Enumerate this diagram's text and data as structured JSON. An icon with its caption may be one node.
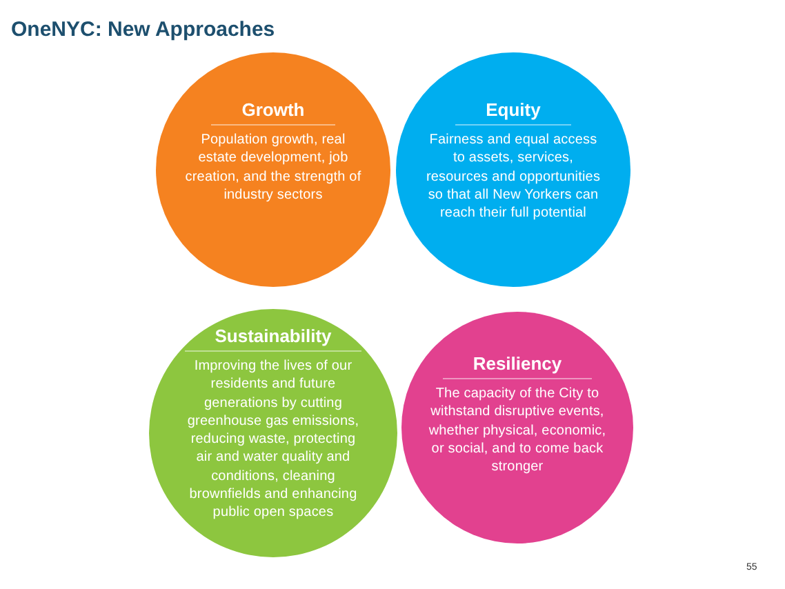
{
  "diagram": {
    "title": "OneNYC: New Approaches",
    "nodes": [
      {
        "text": [
          "Growth",
          "Population growth, real estate development, job creation, and the strength of industry sectors"
        ]
      },
      {
        "text": [
          "Equity",
          "Fairness and equal access to assets, services, resources and opportunities so that all New Yorkers can reach their full potential"
        ]
      },
      {
        "text": [
          "Sustainability",
          "Improving the lives of our residents and future generations by cutting greenhouse gas emissions, reducing waste, protecting air and water quality and conditions, cleaning brownfields and enhancing public open spaces"
        ]
      },
      {
        "text": [
          "Resiliency",
          "The capacity of the City to withstand disruptive events, whether physical, economic, or social, and to come back stronger"
        ]
      }
    ],
    "labels": [
      "55"
    ]
  }
}
